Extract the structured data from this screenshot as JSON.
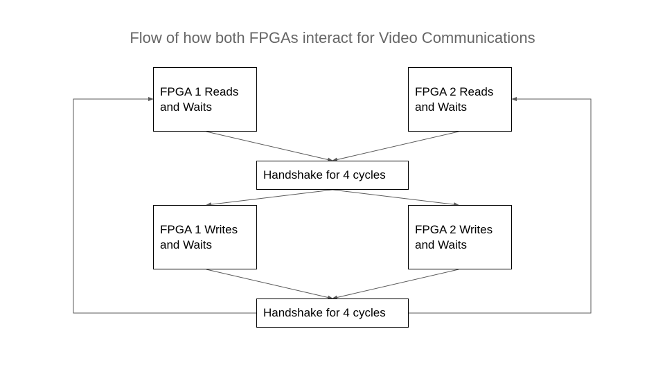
{
  "title": "Flow of how both FPGAs interact for Video Communications",
  "colors": {
    "title": "#666666",
    "node_border": "#000000",
    "edge": "#595959"
  },
  "nodes": [
    {
      "id": "fpga1-read",
      "label": "FPGA 1 Reads\nand Waits"
    },
    {
      "id": "fpga2-read",
      "label": "FPGA 2 Reads\nand Waits"
    },
    {
      "id": "handshake-1",
      "label": "Handshake for 4 cycles"
    },
    {
      "id": "fpga1-write",
      "label": "FPGA 1 Writes\nand Waits"
    },
    {
      "id": "fpga2-write",
      "label": "FPGA 2 Writes\nand Waits"
    },
    {
      "id": "handshake-2",
      "label": "Handshake for 4 cycles"
    }
  ],
  "edges": [
    {
      "from": "fpga1-read",
      "to": "handshake-1"
    },
    {
      "from": "fpga2-read",
      "to": "handshake-1"
    },
    {
      "from": "handshake-1",
      "to": "fpga1-write"
    },
    {
      "from": "handshake-1",
      "to": "fpga2-write"
    },
    {
      "from": "fpga1-write",
      "to": "handshake-2"
    },
    {
      "from": "fpga2-write",
      "to": "handshake-2"
    },
    {
      "from": "handshake-2",
      "to": "fpga1-read"
    },
    {
      "from": "handshake-2",
      "to": "fpga2-read"
    }
  ]
}
